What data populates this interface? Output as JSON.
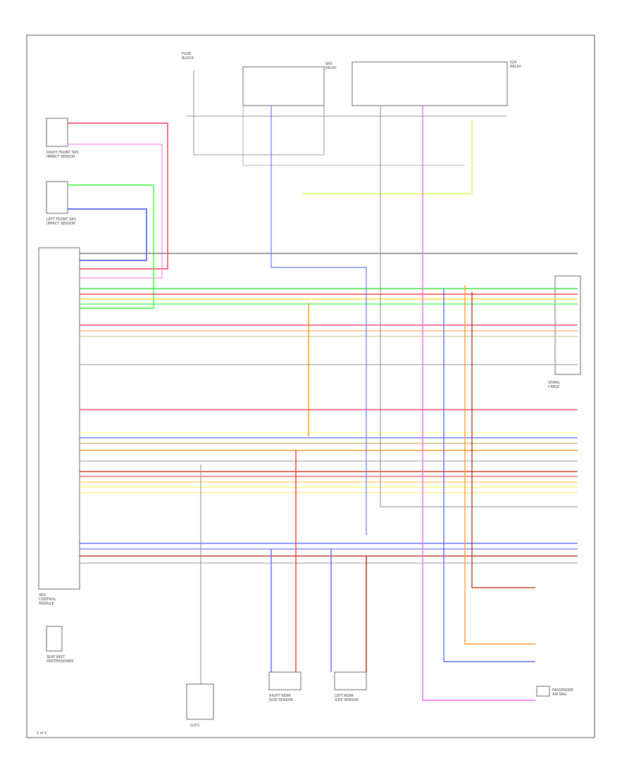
{
  "diagram": {
    "components": {
      "ecu": {
        "label": [
          "SRS",
          "CONTROL",
          "MODULE"
        ]
      },
      "front_driver": {
        "label": [
          "RIGHT FRONT SRS",
          "IMPACT SENSOR"
        ]
      },
      "front_pass": {
        "label": [
          "LEFT FRONT SRS",
          "IMPACT SENSOR"
        ]
      },
      "spiral": {
        "label": [
          "SPIRAL",
          "CABLE"
        ]
      },
      "passenger_bag": {
        "label": [
          "PASSENGER",
          "AIR BAG"
        ]
      },
      "rear_right": {
        "label": [
          "RIGHT REAR",
          "SIDE SENSOR"
        ]
      },
      "rear_left": {
        "label": [
          "LEFT REAR",
          "SIDE SENSOR"
        ]
      },
      "seat_belt": {
        "label": [
          "SEAT BELT",
          "PRETENSIONER"
        ]
      },
      "gnd": {
        "label": [
          "G201"
        ]
      },
      "fuse_top": {
        "label": [
          "FUSE",
          "BLOCK"
        ]
      },
      "relay_a": {
        "label": [
          "SRS",
          "RELAY"
        ]
      },
      "relay_b": {
        "label": [
          "IGN",
          "RELAY"
        ]
      }
    },
    "page_number": "1 of 2"
  }
}
